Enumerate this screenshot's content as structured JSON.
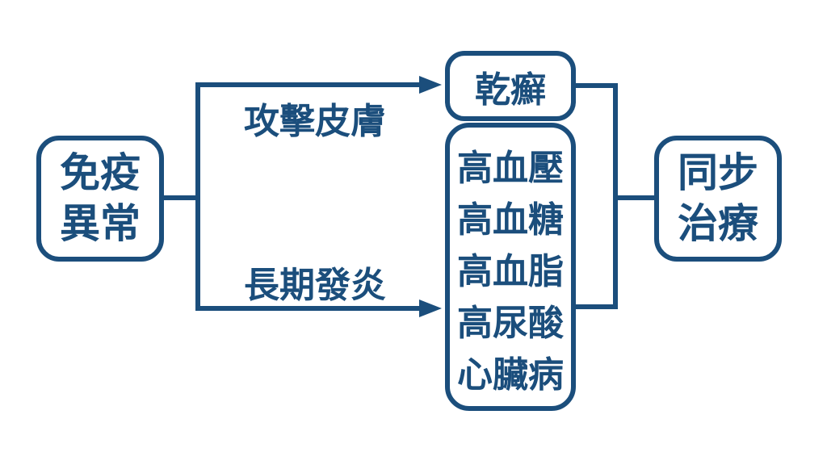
{
  "diagram": {
    "type": "flowchart",
    "colors": {
      "accent": "#1B4E7C",
      "background": "#FFFFFF"
    },
    "nodes": {
      "immune": {
        "lines": [
          "免疫",
          "異常"
        ]
      },
      "psoriasis": {
        "label": "乾癬"
      },
      "comorbidities": {
        "items": [
          "高血壓",
          "高血糖",
          "高血脂",
          "高尿酸",
          "心臟病"
        ]
      },
      "treatment": {
        "lines": [
          "同步",
          "治療"
        ]
      }
    },
    "edges": [
      {
        "from": "immune",
        "to": "psoriasis",
        "label": "攻擊皮膚"
      },
      {
        "from": "immune",
        "to": "comorbidities",
        "label": "長期發炎"
      },
      {
        "from": "psoriasis",
        "to": "treatment",
        "label": ""
      },
      {
        "from": "comorbidities",
        "to": "treatment",
        "label": ""
      }
    ]
  }
}
